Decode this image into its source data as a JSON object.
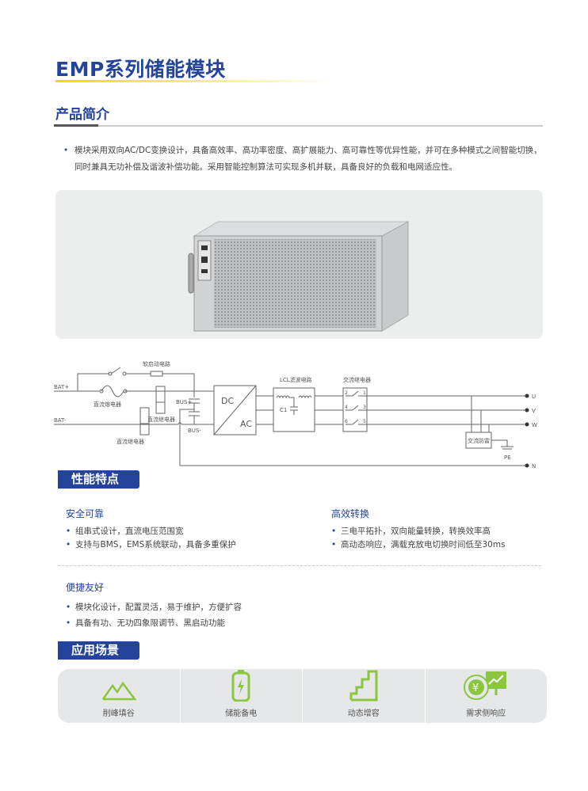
{
  "title": "EMP系列储能模块",
  "intro": {
    "heading": "产品简介",
    "text": "模块采用双向AC/DC变换设计，具备高效率、高功率密度、高扩展能力、高可靠性等优异性能，并可在多种模式之间智能切换，同时兼具无功补偿及谐波补偿功能。采用智能控制算法可实现多机并联，具备良好的负载和电网适应性。"
  },
  "circuit": {
    "soft_start": "软启动电路",
    "bat_plus": "BAT+",
    "bat_minus": "BAT-",
    "dc_fuse": "直流熔电器",
    "dc_relay_1": "直流继电器",
    "dc_relay_2": "直流继电器",
    "bus_plus": "BUS+",
    "bus_minus": "BUS-",
    "dc": "DC",
    "ac": "AC",
    "lcl": "LCL滤波电路",
    "c1": "C1",
    "ac_relay": "交流继电器",
    "pins": [
      "2",
      "1",
      "4",
      "3",
      "6",
      "5"
    ],
    "arrester": "交流防雷",
    "pe": "PE",
    "outputs": [
      "U",
      "V",
      "W",
      "N"
    ]
  },
  "features": {
    "heading": "性能特点",
    "groups": [
      {
        "title": "安全可靠",
        "items": [
          "组串式设计，直流电压范围宽",
          "支持与BMS，EMS系统联动，具备多重保护"
        ]
      },
      {
        "title": "高效转换",
        "items": [
          "三电平拓扑，双向能量转换，转换效率高",
          "高动态响应，满载充放电切换时间低至30ms"
        ]
      },
      {
        "title": "便捷友好",
        "items": [
          "模块化设计，配置灵活，易于维护，方便扩容",
          "具备有功、无功四象限调节、黑启动功能"
        ]
      }
    ]
  },
  "applications": {
    "heading": "应用场景",
    "items": [
      {
        "label": "削峰填谷",
        "icon": "mountain-icon"
      },
      {
        "label": "储能备电",
        "icon": "battery-icon"
      },
      {
        "label": "动态增容",
        "icon": "stairs-icon"
      },
      {
        "label": "需求侧响应",
        "icon": "yuan-chart-icon"
      }
    ]
  },
  "colors": {
    "brand": "#23449a",
    "accent": "#8cc63f",
    "highlight": "#f5d800"
  }
}
